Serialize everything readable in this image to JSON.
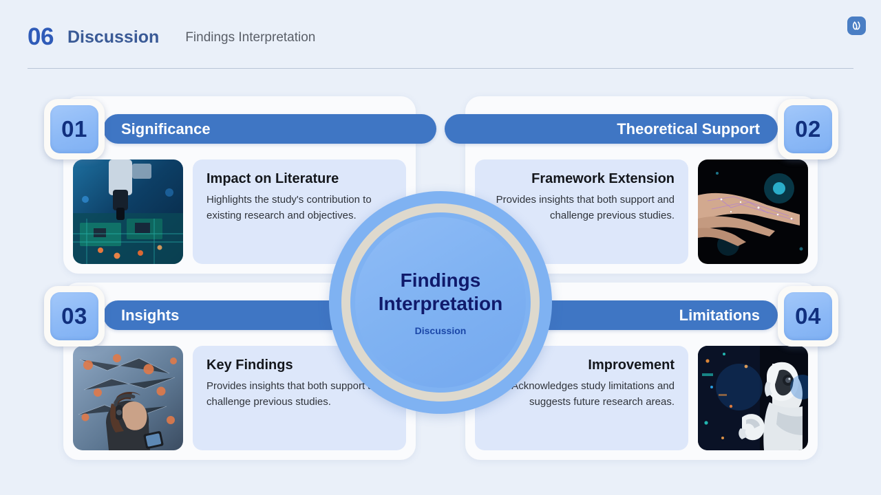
{
  "header": {
    "number": "06",
    "title": "Discussion",
    "subtitle": "Findings Interpretation",
    "logo_icon": "loop-logo-icon",
    "accent_color": "#2f5bb8",
    "title_color": "#3a5a96",
    "subtitle_color": "#5a5f68"
  },
  "center": {
    "title": "Findings Interpretation",
    "subtitle": "Discussion",
    "title_color": "#101a6b",
    "subtitle_color": "#1b47a8",
    "ring_outer_color": "#7fb2f2",
    "ring_middle_color": "#ded9cd",
    "core_color": "#8fbcf6"
  },
  "theme": {
    "background": "#eaf0f9",
    "card_background": "#fafbfd",
    "bar_color": "#3f76c4",
    "panel_color": "#dde7fa",
    "badge_color": "#8cb9f6",
    "badge_text_color": "#11307e"
  },
  "cards": [
    {
      "number": "01",
      "bar_title": "Significance",
      "panel_title": "Impact on Literature",
      "panel_text": "Highlights the study's contribution to existing research and objectives.",
      "image_name": "circuit-board-robotics-image",
      "side": "left"
    },
    {
      "number": "02",
      "bar_title": "Theoretical Support",
      "panel_title": "Framework Extension",
      "panel_text": "Provides insights that both support and challenge previous studies.",
      "image_name": "digital-hand-network-image",
      "side": "right"
    },
    {
      "number": "03",
      "bar_title": "Insights",
      "panel_title": "Key Findings",
      "panel_text": "Provides insights that both support and challenge previous studies.",
      "image_name": "woman-headset-network-image",
      "side": "left"
    },
    {
      "number": "04",
      "bar_title": "Limitations",
      "panel_title": "Improvement",
      "panel_text": "Acknowledges study limitations and suggests future research areas.",
      "image_name": "humanoid-robot-image",
      "side": "right"
    }
  ]
}
